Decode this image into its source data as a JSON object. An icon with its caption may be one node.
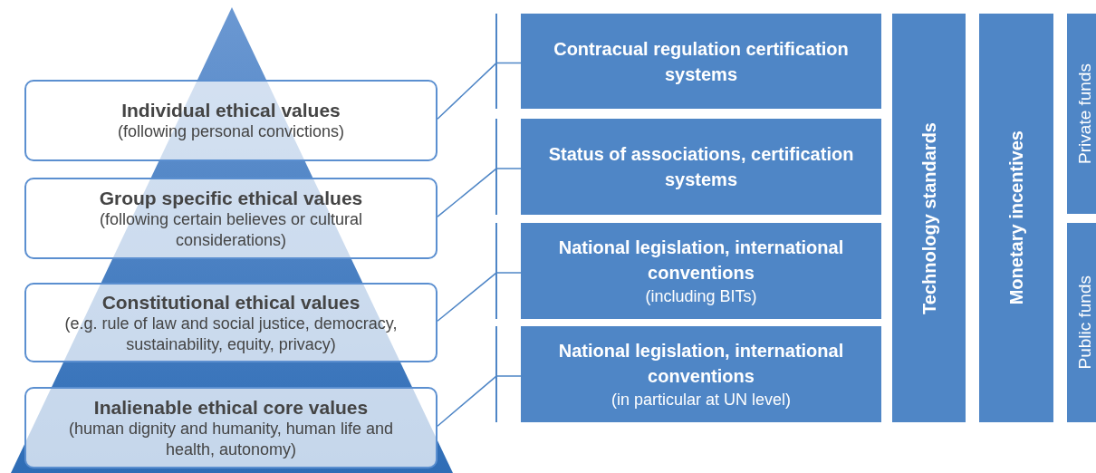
{
  "diagram": {
    "nodes": [
      {
        "text": [
          "Individual ethical values",
          "(following personal convictions)"
        ]
      },
      {
        "text": [
          "Group specific ethical values",
          "(following certain believes or cultural considerations)"
        ]
      },
      {
        "text": [
          "Constitutional ethical values",
          "(e.g. rule of law and social justice, democracy, sustainability, equity, privacy)"
        ]
      },
      {
        "text": [
          "Inalienable ethical core values",
          "(human dignity and humanity, human life and health, autonomy)"
        ]
      },
      {
        "text": [
          "Contracual regulation certification systems"
        ]
      },
      {
        "text": [
          "Status of associations, certification systems"
        ]
      },
      {
        "text": [
          "National legislation, international conventions",
          "(including BITs)"
        ]
      },
      {
        "text": [
          "National legislation, international conventions",
          "(in particular at UN level)"
        ]
      },
      {
        "text": [
          "Technology standards"
        ]
      },
      {
        "text": [
          "Monetary incentives"
        ]
      },
      {
        "text": [
          "Private funds"
        ]
      },
      {
        "text": [
          "Public funds"
        ]
      }
    ],
    "edges": [
      {
        "from": 0,
        "to": 4,
        "arrow": "none"
      },
      {
        "from": 1,
        "to": 5,
        "arrow": "none"
      },
      {
        "from": 2,
        "to": 6,
        "arrow": "none"
      },
      {
        "from": 3,
        "to": 7,
        "arrow": "none"
      }
    ]
  }
}
